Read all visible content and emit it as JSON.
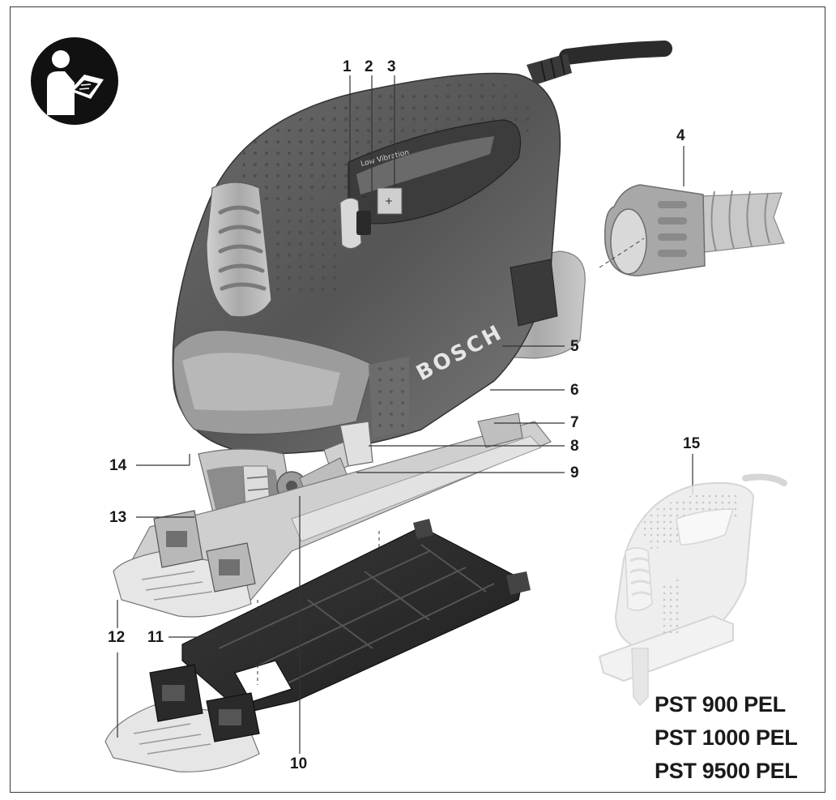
{
  "brand_text": "BOSCH",
  "handle_marking": "Low Vibration",
  "speed_marks": {
    "minus": "–",
    "plus": "+"
  },
  "callouts": {
    "n1": "1",
    "n2": "2",
    "n3": "3",
    "n4": "4",
    "n5": "5",
    "n6": "6",
    "n7": "7",
    "n8": "8",
    "n9": "9",
    "n10": "10",
    "n11": "11",
    "n12": "12",
    "n13": "13",
    "n14": "14",
    "n15": "15"
  },
  "models": [
    "PST 900 PEL",
    "PST 1000 PEL",
    "PST 9500 PEL"
  ],
  "icons": {
    "manual": "read-manual-icon"
  },
  "colors": {
    "tool_body": "#555555",
    "tool_dark": "#2e2e2e",
    "tool_light": "#a8a8a8",
    "ghost": "#cfcfcf",
    "text": "#1a1a1a"
  }
}
